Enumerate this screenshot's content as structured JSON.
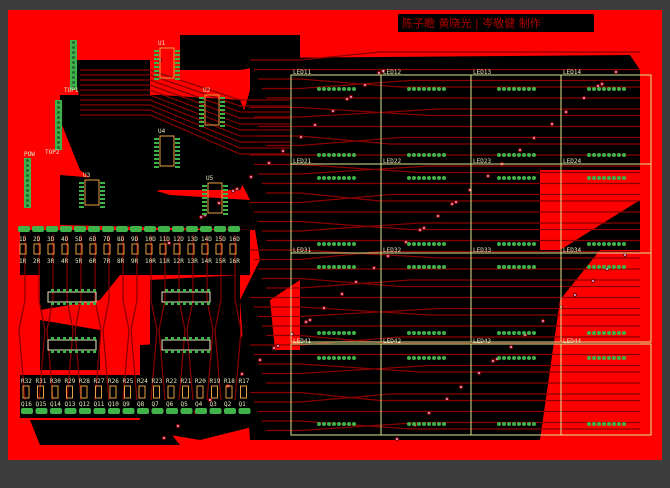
{
  "title_block": "陈子瞻   黄晓光 | 岑敬健  制作",
  "components": {
    "u1": "U1",
    "u2": "U2",
    "u3": "U3",
    "u4": "U4",
    "u5": "U5",
    "top_header": "TOP1",
    "mid_header": "TOP2",
    "power_header": "POW"
  },
  "led_labels": [
    "LED11",
    "LED12",
    "LED13",
    "LED14",
    "LED21",
    "LED22",
    "LED23",
    "LED24",
    "LED31",
    "LED32",
    "LED33",
    "LED34",
    "LED41",
    "LED42",
    "LED43",
    "LED44"
  ],
  "diode_row_labels": [
    "1D",
    "2D",
    "3D",
    "4D",
    "5D",
    "6D",
    "7D",
    "8D",
    "9D",
    "10D",
    "11D",
    "12D",
    "13D",
    "14D",
    "15D",
    "16D"
  ],
  "diode_row_labels_2": [
    "1R",
    "2R",
    "3R",
    "4R",
    "5R",
    "6R",
    "7R",
    "8R",
    "9R",
    "10R",
    "11R",
    "12R",
    "13R",
    "14R",
    "15R",
    "16R"
  ],
  "resistor_labels_top": [
    "R32",
    "R31",
    "R30",
    "R29",
    "R28",
    "R27",
    "R26",
    "R25",
    "R24",
    "R23",
    "R22",
    "R21",
    "R20",
    "R19",
    "R18",
    "R17"
  ],
  "resistor_labels_bottom": [
    "Q16",
    "Q15",
    "Q14",
    "Q13",
    "Q12",
    "Q11",
    "Q10",
    "Q9",
    "Q8",
    "Q7",
    "Q6",
    "Q5",
    "Q4",
    "Q3",
    "Q2",
    "Q1"
  ],
  "colors": {
    "copper": "#ff0000",
    "clear": "#000000",
    "trace": "#8a0000",
    "pad": "#3fb24a",
    "outline": "#d8e890",
    "via": "#e0b0f0",
    "silk": "#e8a040"
  }
}
